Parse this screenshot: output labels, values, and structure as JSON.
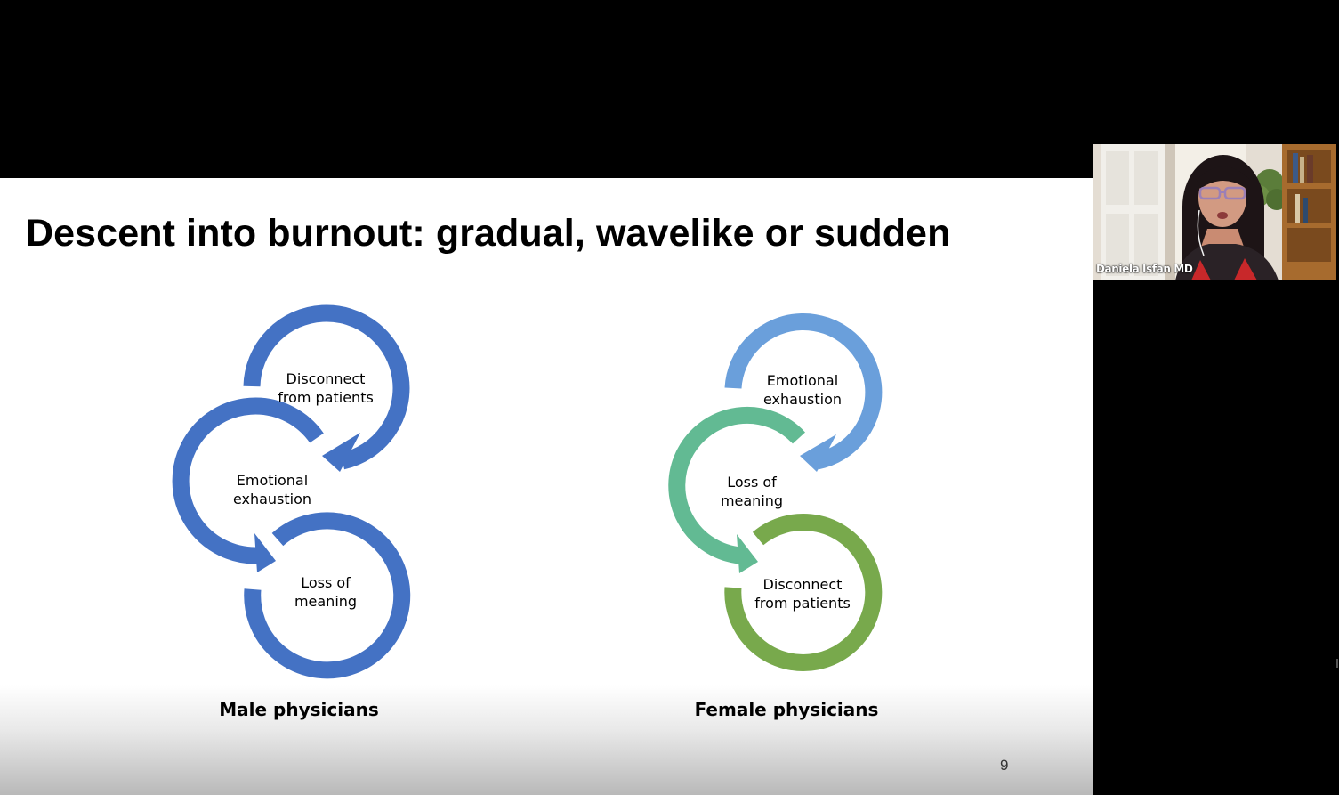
{
  "slide": {
    "title": "Descent into burnout: gradual, wavelike or sudden",
    "page_number": "9",
    "diagrams": [
      {
        "caption": "Male physicians",
        "circles": [
          {
            "line1": "Disconnect",
            "line2": "from patients",
            "color": "#4472C4"
          },
          {
            "line1": "Emotional",
            "line2": "exhaustion",
            "color": "#4472C4"
          },
          {
            "line1": "Loss of",
            "line2": "meaning",
            "color": "#4472C4"
          }
        ]
      },
      {
        "caption": "Female physicians",
        "circles": [
          {
            "line1": "Emotional",
            "line2": "exhaustion",
            "color": "#6A9FDB"
          },
          {
            "line1": "Loss of",
            "line2": "meaning",
            "color": "#62BA93"
          },
          {
            "line1": "Disconnect",
            "line2": "from patients",
            "color": "#78A94C"
          }
        ]
      }
    ]
  },
  "video": {
    "participant_name": "Daniela Isfan MD"
  }
}
